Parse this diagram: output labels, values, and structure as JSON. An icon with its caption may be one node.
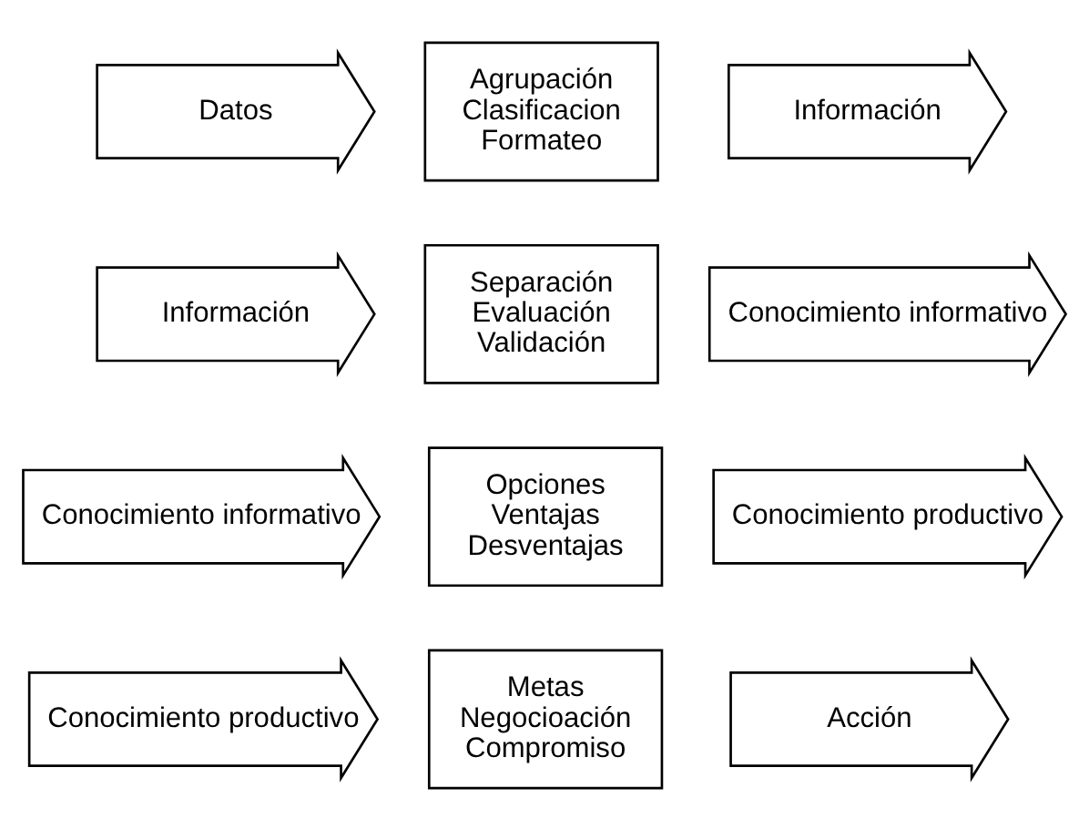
{
  "diagram": {
    "nodes": [
      {
        "text": [
          "Datos"
        ]
      },
      {
        "text": [
          "Agrupación",
          "Clasificacion",
          "Formateo"
        ]
      },
      {
        "text": [
          "Información"
        ]
      },
      {
        "text": [
          "Información"
        ]
      },
      {
        "text": [
          "Separación",
          "Evaluación",
          "Validación"
        ]
      },
      {
        "text": [
          "Conocimiento informativo"
        ]
      },
      {
        "text": [
          "Conocimiento informativo"
        ]
      },
      {
        "text": [
          "Opciones",
          "Ventajas",
          "Desventajas"
        ]
      },
      {
        "text": [
          "Conocimiento productivo"
        ]
      },
      {
        "text": [
          "Conocimiento productivo"
        ]
      },
      {
        "text": [
          "Metas",
          "Negocioación",
          "Compromiso"
        ]
      },
      {
        "text": [
          "Acción"
        ]
      }
    ]
  }
}
